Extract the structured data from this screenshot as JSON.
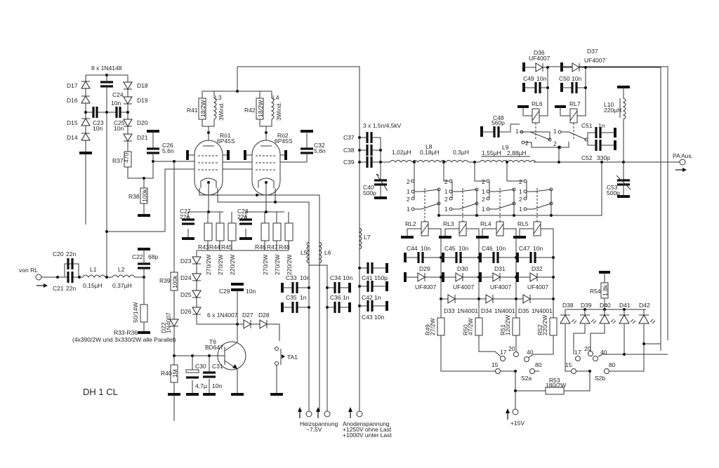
{
  "title": "DH 1 CL",
  "labels": {
    "diode_bank_top": "8 x 1N4148",
    "d17": "D17",
    "d16": "D16",
    "d15": "D15",
    "d14": "D14",
    "d18": "D18",
    "d19": "D19",
    "d20": "D20",
    "d21": "D21",
    "c24": "C24",
    "c24v": "10n",
    "c23": "C23",
    "c23v": "10n",
    "c25": "C25",
    "c25v": "10n",
    "c26": "C26",
    "c26v": "5,6n",
    "r37": "R37",
    "r37v": "470",
    "r38": "R38",
    "r38v": "100k",
    "r41": "R41",
    "r41v": "18/2W",
    "l3": "L3",
    "l3v": "3Wind.",
    "r42": "R42",
    "r42v": "18/2W",
    "l4": "L4",
    "l4v": "3Wind.",
    "ro1": "Rö1",
    "ro1v": "6P45S",
    "ro2": "Rö2",
    "ro2v": "6P45S",
    "c32": "C32",
    "c32v": "5,6n",
    "c27": "C27",
    "c27v": "22n",
    "c28": "C28",
    "c28v": "22n",
    "r43": "R43",
    "r44": "R44",
    "r45": "R45",
    "r46": "R46",
    "r47": "R47",
    "r48": "R48",
    "r43v": "270/2W",
    "r44v": "270/2W",
    "r45v": "220/2W",
    "r46v": "270/2W",
    "r47v": "270/2W",
    "r48v": "220/2W",
    "c20": "C20",
    "c20v": "22n",
    "c21": "C21",
    "c21v": "22n",
    "l1": "L1",
    "l1v": "0,15µH",
    "l2": "L2",
    "l2v": "0,37µH",
    "c22": "C22",
    "c22v": "68p",
    "input": "von RL",
    "rload": "50/14W",
    "rloadname": "R33-R36",
    "rloadnote": "(4x390/2W und 3x330/2W alle Parallel)",
    "r39": "R39",
    "r39v": "100k",
    "d22": "D22",
    "d22v": "1N4007",
    "d23": "D23",
    "d24": "D24",
    "d25": "D25",
    "d26": "D26",
    "d2326": "6 x 1N4007",
    "c29": "C29",
    "c29v": "10n",
    "d27": "D27",
    "d28": "D28",
    "t6": "T6",
    "t6v": "BD647",
    "ta1": "TA1",
    "r40": "R40",
    "r40v": "1M",
    "c30": "C30",
    "c30v": "4,7µ",
    "c31": "C31",
    "c31v": "10n",
    "l5": "L5",
    "l6": "L6",
    "l7": "L7",
    "c33": "C33",
    "c33v": "10n",
    "c35": "C35",
    "c35v": "1n",
    "c34": "C34",
    "c34v": "10n",
    "c36": "C36",
    "c36v": "1n",
    "c41": "C41",
    "c41v": "150p",
    "c42": "C42",
    "c42v": "1n",
    "c43": "C43",
    "c43v": "10n",
    "heiz1": "Heizspannung",
    "heiz2": "~7,5V",
    "anode1": "Anodenspannung",
    "anode2": "+1250V ohne Last",
    "anode3": "+1000V unter Last",
    "c37": "C37",
    "c38": "C38",
    "c39": "C39",
    "c3739": "3 x 1,5n/4,5kV",
    "c40": "C40",
    "c40v": "500p",
    "l8": "L8",
    "l8a": "1,02µH",
    "l8b": "0,18µH",
    "l8c": "0,3µH",
    "l9": "L9",
    "l9a": "1,55µH",
    "l9b": "2,88µH",
    "c48": "C48",
    "c48v": "560p",
    "d36": "D36",
    "d36v": "UF4007",
    "d37": "D37",
    "d37v": "UF4007",
    "c49": "C49",
    "c49v": "10n",
    "c50": "C50",
    "c50v": "10n",
    "rl6": "RL6",
    "rl7": "RL7",
    "c51": "C51",
    "c51v": "1n",
    "c52": "C52",
    "c52v": "330p",
    "l10": "L10",
    "l10v": "220µH",
    "c53": "C53",
    "c53v": "500p",
    "output": "PA Aus.",
    "rl2": "RL2",
    "rl3": "RL3",
    "rl4": "RL4",
    "rl5": "RL5",
    "c44": "C44",
    "c45": "C45",
    "c46": "C46",
    "c47": "C47",
    "c10n": "10n",
    "d29": "D29",
    "d30": "D30",
    "d31": "D31",
    "d32": "D32",
    "uf": "UF4007",
    "d33": "D33",
    "d34": "D34",
    "d35": "D35",
    "n4001": "1N4001",
    "r49": "R49",
    "r49v": "27/2W",
    "r50": "R50",
    "r50v": "47/2W",
    "r51": "R51",
    "r51v": "120/2W",
    "r52": "R52",
    "r52v": "220/2W",
    "r53": "R53",
    "r53v": "180/2W",
    "r54": "R54",
    "r54v": "1,8k",
    "d38": "D38",
    "d39": "D39",
    "d40": "D40",
    "d41": "D41",
    "d42": "D42",
    "s2a": "S2a",
    "s2b": "S2b",
    "p15": "15",
    "p17": "17",
    "p20": "20",
    "p40": "40",
    "p80": "80",
    "p1": "1",
    "p2": "2",
    "v15": "+15V"
  }
}
